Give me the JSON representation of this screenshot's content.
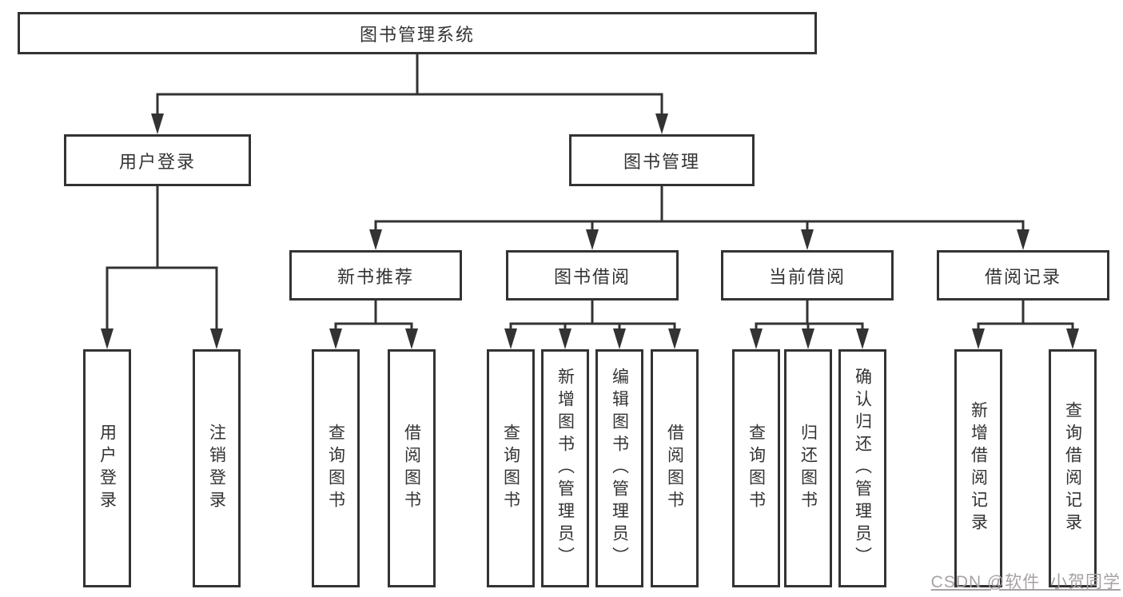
{
  "diagram": {
    "title": "图书管理系统",
    "root": {
      "label": "图书管理系统"
    },
    "level1": [
      {
        "label": "用户登录"
      },
      {
        "label": "图书管理"
      }
    ],
    "level2": [
      {
        "label": "新书推荐"
      },
      {
        "label": "图书借阅"
      },
      {
        "label": "当前借阅"
      },
      {
        "label": "借阅记录"
      }
    ],
    "leaves": {
      "login": [
        {
          "label": "用户登录"
        },
        {
          "label": "注销登录"
        }
      ],
      "newbook": [
        {
          "label": "查询图书"
        },
        {
          "label": "借阅图书"
        }
      ],
      "borrow": [
        {
          "label": "查询图书"
        },
        {
          "label": "新增图书（管理员）"
        },
        {
          "label": "编辑图书（管理员）"
        },
        {
          "label": "借阅图书"
        }
      ],
      "current": [
        {
          "label": "查询图书"
        },
        {
          "label": "归还图书"
        },
        {
          "label": "确认归还（管理员）"
        }
      ],
      "records": [
        {
          "label": "新增借阅记录"
        },
        {
          "label": "查询借阅记录"
        }
      ]
    }
  },
  "watermark": {
    "text": "CSDN @软件_小贺同学"
  },
  "colors": {
    "line": "#333333",
    "text": "#333333",
    "box_bg": "#ffffff",
    "page_bg": "#ffffff",
    "watermark": "#a7a2a2"
  }
}
